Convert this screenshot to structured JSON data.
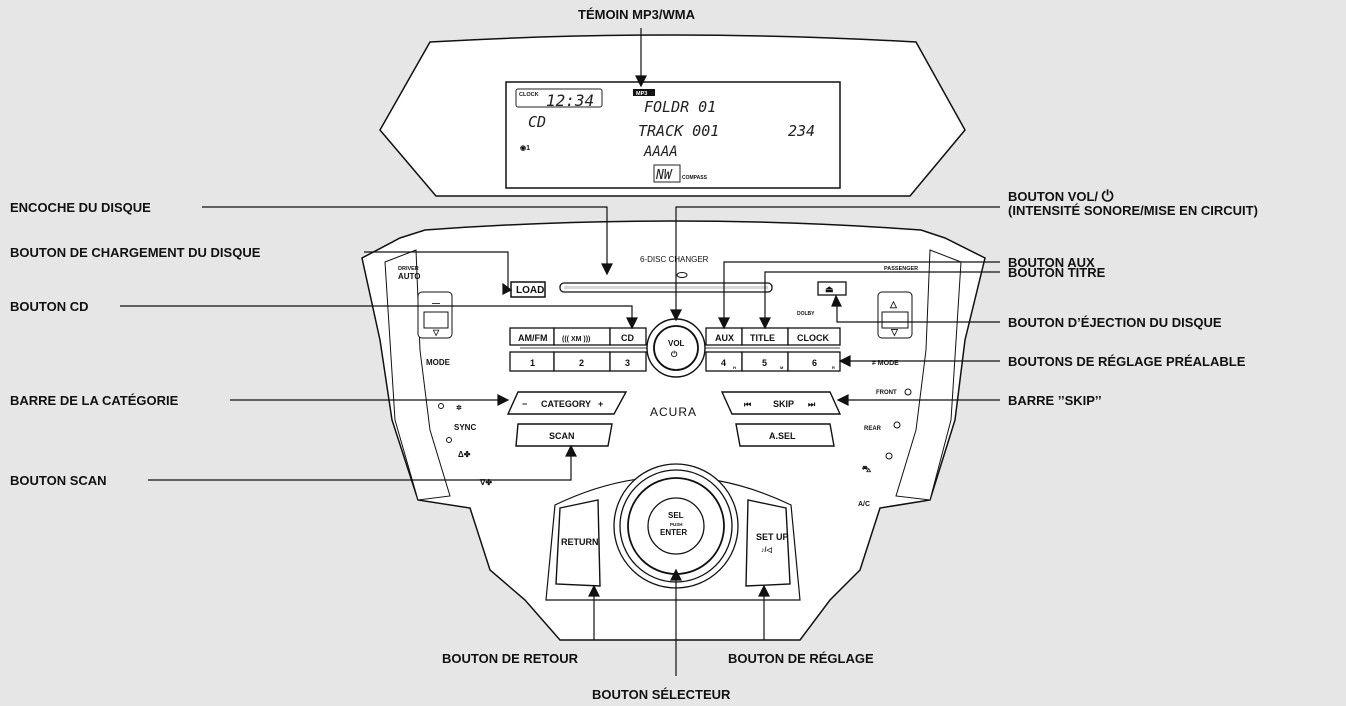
{
  "callouts": {
    "mp3": "TÉMOIN MP3/WMA",
    "disc_slot": "ENCOCHE DU DISQUE",
    "load": "BOUTON DE CHARGEMENT DU DISQUE",
    "cd": "BOUTON CD",
    "category": "BARRE DE LA CATÉGORIE",
    "scan": "BOUTON SCAN",
    "vol_1": "BOUTON VOL/",
    "vol_2": "(INTENSITÉ SONORE/MISE EN CIRCUIT)",
    "aux": "BOUTON AUX",
    "title": "BOUTON TITRE",
    "eject": "BOUTON D’ÉJECTION DU DISQUE",
    "preset": "BOUTONS DE RÉGLAGE PRÉALABLE",
    "skip": "BARRE ’’SKIP’’",
    "return": "BOUTON DE RETOUR",
    "setup": "BOUTON DE RÉGLAGE",
    "selector": "BOUTON SÉLECTEUR"
  },
  "display": {
    "clock_label": "CLOCK",
    "clock_time": "12:34",
    "mp3_badge": "MP3",
    "folder": "FOLDR 01",
    "source": "CD",
    "track": "TRACK 001",
    "elapsed": "234",
    "text_line": "AAAA",
    "compass_dir": "NW",
    "compass_label": "COMPASS"
  },
  "panel": {
    "changer": "6-DISC CHANGER",
    "load": "LOAD",
    "dolby": "DOLBY",
    "top_row": [
      "AM/FM",
      "((( XM )))",
      "CD",
      "AUX",
      "TITLE",
      "CLOCK"
    ],
    "presets": [
      "1",
      "2",
      "3",
      "4",
      "5",
      "6"
    ],
    "preset_marks": [
      "H",
      "M",
      "R"
    ],
    "vol": "VOL",
    "category": "CATEGORY",
    "skip": "SKIP",
    "scan": "SCAN",
    "asel": "A.SEL",
    "brand": "ACURA",
    "sel": "SEL",
    "push": "PUSH",
    "enter": "ENTER",
    "return": "RETURN",
    "setup": "SET UP",
    "driver": "DRIVER",
    "auto": "AUTO",
    "passenger": "PASSENGER",
    "mode": "MODE",
    "sync": "SYNC",
    "front": "FRONT",
    "rear": "REAR",
    "ac": "A/C"
  }
}
